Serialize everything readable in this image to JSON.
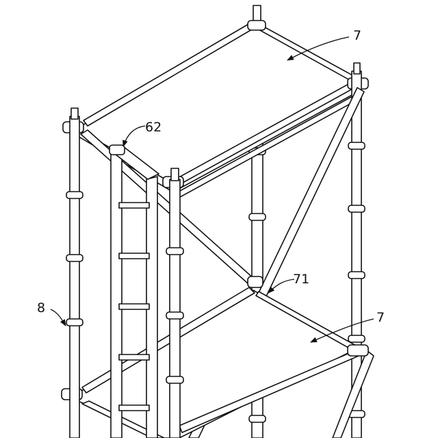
{
  "labels": {
    "top_platform": "7",
    "ladder": "62",
    "diagonal_brace": "71",
    "lower_platform": "7",
    "standard_post": "8"
  },
  "colors": {
    "ink": "#111111",
    "fill": "#ffffff"
  }
}
